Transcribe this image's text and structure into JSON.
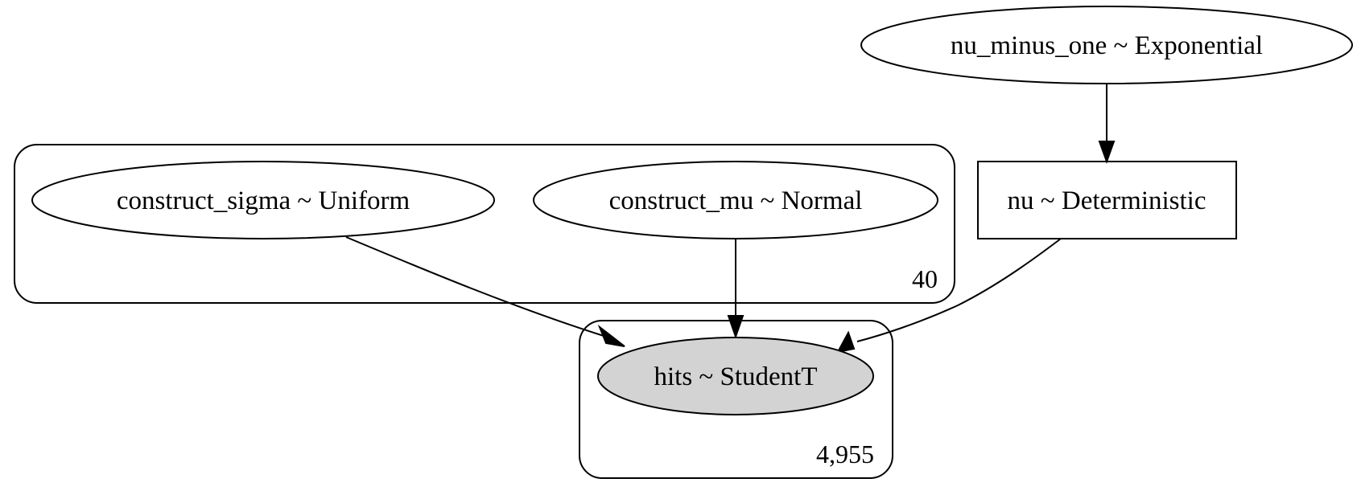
{
  "graph": {
    "nodes": {
      "nu_minus_one": {
        "label": "nu_minus_one ~ Exponential",
        "shape": "ellipse",
        "observed": false
      },
      "nu": {
        "label": "nu ~ Deterministic",
        "shape": "box",
        "observed": false
      },
      "construct_sigma": {
        "label": "construct_sigma ~ Uniform",
        "shape": "ellipse",
        "observed": false
      },
      "construct_mu": {
        "label": "construct_mu ~ Normal",
        "shape": "ellipse",
        "observed": false
      },
      "hits": {
        "label": "hits ~ StudentT",
        "shape": "ellipse",
        "observed": true
      }
    },
    "plates": {
      "constructs": {
        "size_label": "40",
        "members": [
          "construct_sigma",
          "construct_mu"
        ]
      },
      "observations": {
        "size_label": "4,955",
        "members": [
          "hits"
        ]
      }
    },
    "edges": [
      {
        "from": "nu_minus_one",
        "to": "nu"
      },
      {
        "from": "construct_sigma",
        "to": "hits"
      },
      {
        "from": "construct_mu",
        "to": "hits"
      },
      {
        "from": "nu",
        "to": "hits"
      }
    ]
  },
  "colors": {
    "observed_fill": "#d3d3d3",
    "stroke": "#000000",
    "background": "#ffffff"
  }
}
